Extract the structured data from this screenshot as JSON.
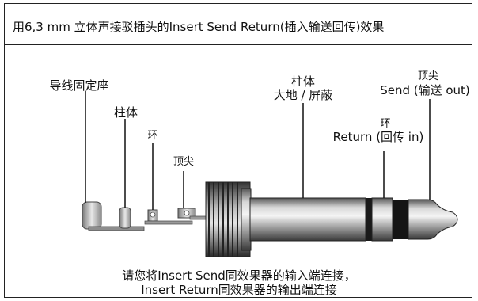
{
  "title": "用6,3 mm 立体声接驳插头的Insert Send Return(插入输送回传)效果",
  "labels": {
    "cable_base": "导线固定座",
    "sleeve_tag": "柱体",
    "ring_tag": "环",
    "tip_tag": "顶尖",
    "sleeve_head": "柱体",
    "sleeve_ground": "大地 / 屏蔽",
    "ring_head": "环",
    "ring_return": "Return (回传 in)",
    "tip_head": "顶尖",
    "tip_send": "Send (输送 out)"
  },
  "note": {
    "line1": "请您将Insert Send同效果器的输入端连接，",
    "line2": "Insert Return同效果器的输出端连接"
  }
}
